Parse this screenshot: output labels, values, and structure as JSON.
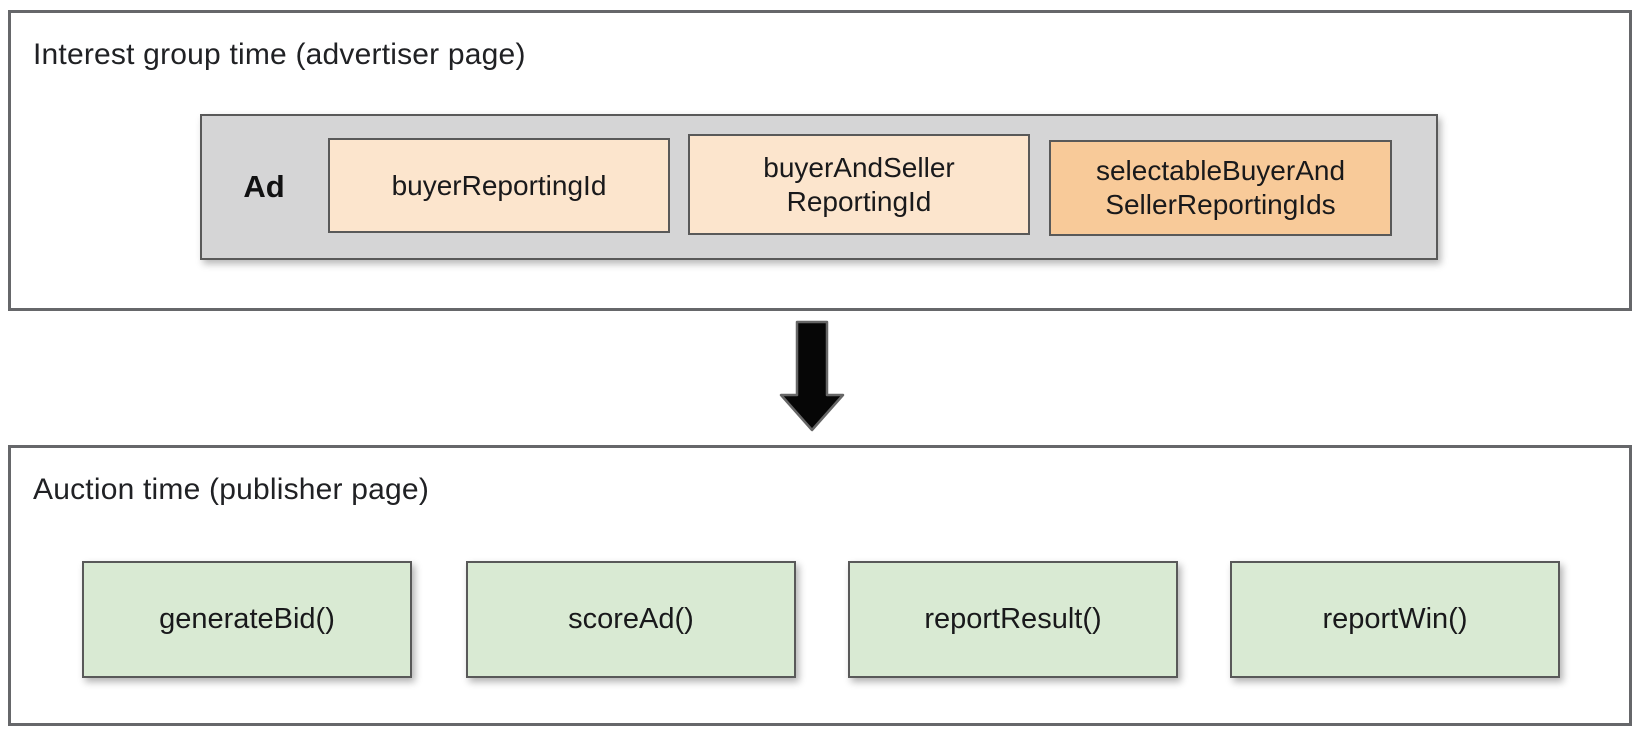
{
  "top_panel": {
    "title": "Interest group time (advertiser page)",
    "ad_label": "Ad",
    "boxes": [
      {
        "label": "buyerReportingId",
        "color": "#fce5cd"
      },
      {
        "label": "buyerAndSeller\nReportingId",
        "color": "#fce5cd"
      },
      {
        "label": "selectableBuyerAnd\nSellerReportingIds",
        "color": "#f8ca99"
      }
    ]
  },
  "arrow": {
    "icon": "down-arrow-icon",
    "fill": "#060606",
    "outline": "#666666"
  },
  "bottom_panel": {
    "title": "Auction time (publisher page)",
    "functions": [
      {
        "label": "generateBid()"
      },
      {
        "label": "scoreAd()"
      },
      {
        "label": "reportResult()"
      },
      {
        "label": "reportWin()"
      }
    ],
    "function_box_color": "#d9ead3"
  },
  "colors": {
    "panel_border": "#66676a",
    "box_border": "#595959",
    "ad_container_bg": "#d5d5d6",
    "text": "#202124",
    "background": "#ffffff"
  }
}
